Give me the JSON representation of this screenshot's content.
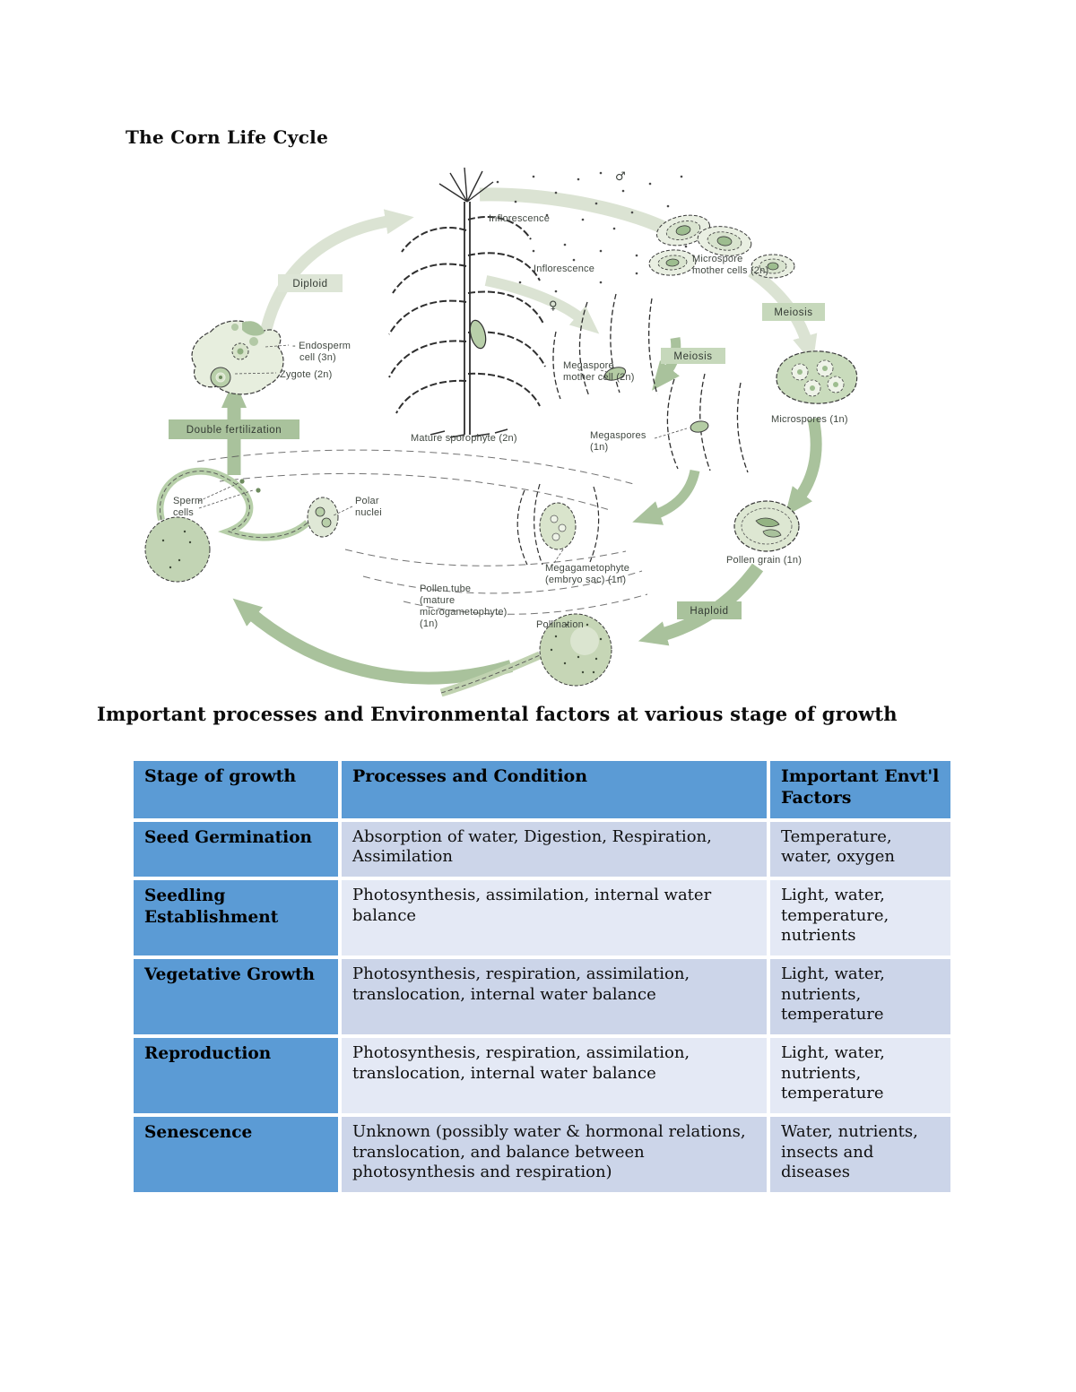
{
  "page": {
    "title": "The Corn Life Cycle",
    "section_heading": "Important processes and Environmental factors at various stage of growth"
  },
  "diagram": {
    "labels": {
      "male_symbol": "♂",
      "female_symbol": "♀",
      "inflorescence_male": "Inflorescence",
      "inflorescence_female": "Inflorescence",
      "microspore_mother_1": "Microspore",
      "microspore_mother_2": "mother cells (2n)",
      "meiosis_right": "Meiosis",
      "meiosis_mid": "Meiosis",
      "microspores": "Microspores (1n)",
      "megaspore_mother_1": "Megaspore",
      "megaspore_mother_2": "mother cell (2n)",
      "megaspores_1": "Megaspores",
      "megaspores_2": "(1n)",
      "mature_sporophyte": "Mature sporophyte (2n)",
      "pollen_grain": "Pollen grain (1n)",
      "haploid": "Haploid",
      "diploid": "Diploid",
      "pollination": "Pollination",
      "pollen_tube_1": "Pollen tube",
      "pollen_tube_2": "(mature",
      "pollen_tube_3": "microgametophyte)",
      "pollen_tube_4": "(1n)",
      "megagametophyte_1": "Megagametophyte",
      "megagametophyte_2": "(embryo sac) (1n)",
      "sperm_1": "Sperm",
      "sperm_2": "cells",
      "polar_1": "Polar",
      "polar_2": "nuclei",
      "double_fertilization": "Double fertilization",
      "endosperm_1": "- Endosperm",
      "endosperm_2": "cell (3n)",
      "zygote": "Zygote (2n)"
    },
    "colors": {
      "arrow_pale": "#dbe3d3",
      "arrow_medium": "#a9c29c",
      "band_pale": "#dde5d6",
      "band_mid": "#c6d8bb",
      "band_medium": "#a9c29c",
      "cell_light": "#e7eede",
      "cell_green": "#b4cca4",
      "nucleus_green": "#9dbd8f"
    }
  },
  "table": {
    "headers": [
      "Stage of growth",
      "Processes and Condition",
      "Important Envt'l Factors"
    ],
    "rows": [
      {
        "stage": "Seed Germination",
        "processes": "Absorption of water, Digestion, Respiration, Assimilation",
        "factors": "Temperature, water, oxygen"
      },
      {
        "stage": "Seedling Establishment",
        "processes": "Photosynthesis, assimilation, internal water balance",
        "factors": "Light, water, temperature, nutrients"
      },
      {
        "stage": "Vegetative Growth",
        "processes": "Photosynthesis, respiration, assimilation, translocation, internal water balance",
        "factors": "Light, water, nutrients, temperature"
      },
      {
        "stage": "Reproduction",
        "processes": "Photosynthesis, respiration, assimilation, translocation, internal water balance",
        "factors": "Light, water, nutrients, temperature"
      },
      {
        "stage": "Senescence",
        "processes": "Unknown (possibly water & hormonal relations, translocation, and balance between photosynthesis and respiration)",
        "factors": "Water, nutrients, insects and diseases"
      }
    ],
    "colors": {
      "header_blue": "#5b9bd5",
      "row_dark": "#ccd5e9",
      "row_light": "#e4e9f5"
    }
  }
}
